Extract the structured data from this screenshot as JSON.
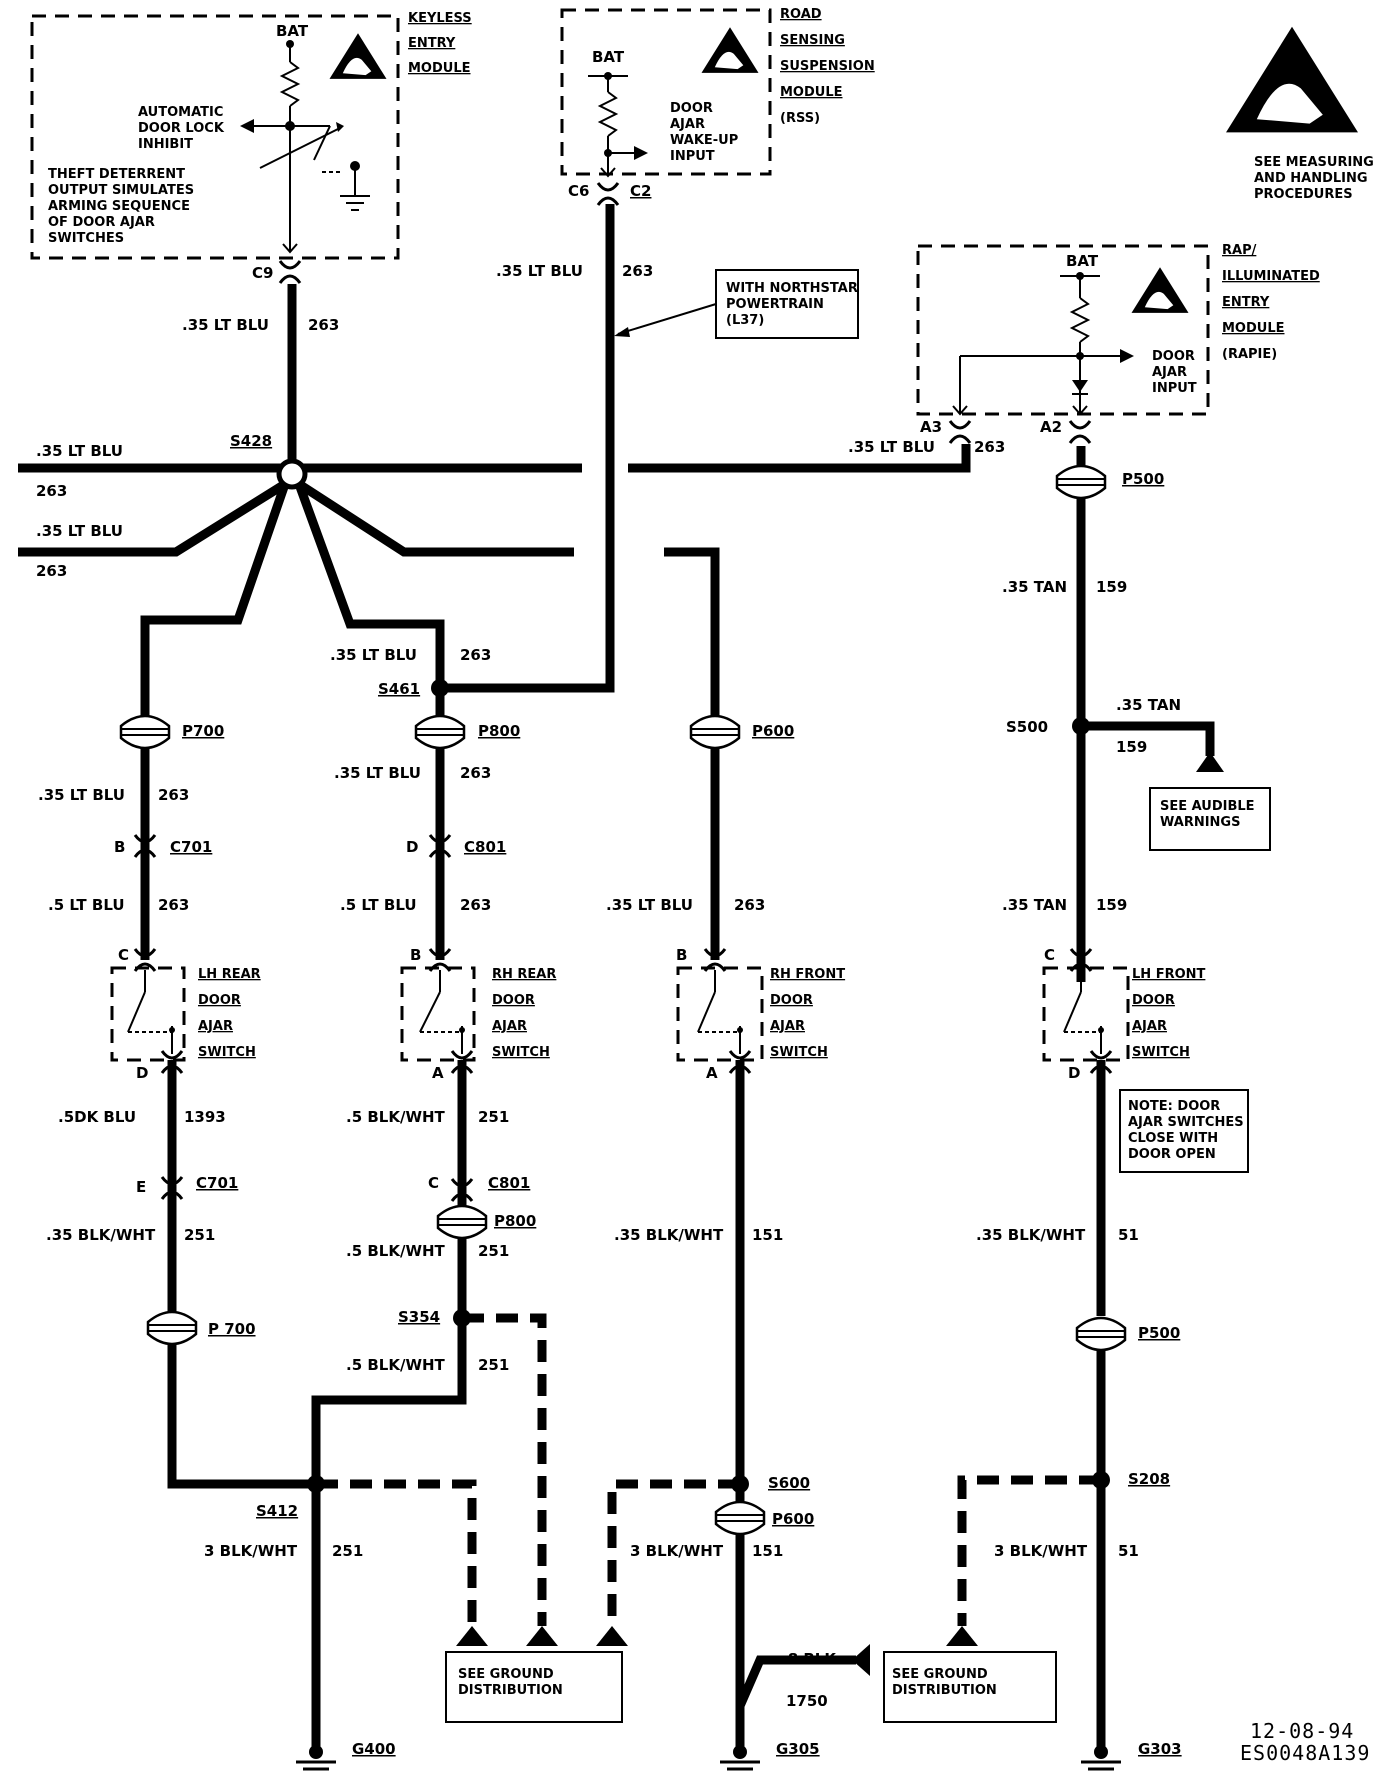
{
  "modules": {
    "keyless": {
      "lines": [
        "KEYLESS",
        "ENTRY",
        "MODULE"
      ],
      "bat": "BAT",
      "inhibit": [
        "AUTOMATIC",
        "DOOR LOCK",
        "INHIBIT"
      ],
      "theft": [
        "THEFT DETERRENT",
        "OUTPUT SIMULATES",
        "ARMING SEQUENCE",
        "OF DOOR AJAR",
        "SWITCHES"
      ],
      "conn": "C9"
    },
    "rss": {
      "lines": [
        "ROAD",
        "SENSING",
        "SUSPENSION",
        "MODULE",
        "(RSS)"
      ],
      "bat": "BAT",
      "input": [
        "DOOR",
        "AJAR",
        "WAKE-UP",
        "INPUT"
      ],
      "conn_a": "C6",
      "conn_b": "C2"
    },
    "rapie": {
      "lines": [
        "RAP/",
        "ILLUMINATED",
        "ENTRY",
        "MODULE",
        "(RAPIE)"
      ],
      "bat": "BAT",
      "input": [
        "DOOR",
        "AJAR",
        "INPUT"
      ],
      "conn_a": "A3",
      "conn_b": "A2"
    }
  },
  "esd_note": [
    "SEE MEASURING",
    "AND HANDLING",
    "PROCEDURES"
  ],
  "northstar_note": [
    "WITH NORTHSTAR",
    "POWERTRAIN",
    "(L37)"
  ],
  "audible_note": [
    "SEE AUDIBLE",
    "WARNINGS"
  ],
  "switch_note": [
    "NOTE: DOOR",
    "AJAR SWITCHES",
    "CLOSE WITH",
    "DOOR OPEN"
  ],
  "ground_note_1": [
    "SEE GROUND",
    "DISTRIBUTION"
  ],
  "ground_note_2": [
    "SEE GROUND",
    "DISTRIBUTION"
  ],
  "splices": {
    "s428": "S428",
    "s461": "S461",
    "s500": "S500",
    "s354": "S354",
    "s412": "S412",
    "s600": "S600",
    "s208": "S208"
  },
  "connectors": {
    "p700a": "P700",
    "p800a": "P800",
    "p600a": "P600",
    "p500a": "P500",
    "c701a": "C701",
    "c801a": "C801",
    "c701b": "C701",
    "c801b": "C801",
    "p800b": "P800",
    "p700b": "P 700",
    "p500b": "P500",
    "p600b": "P600",
    "pin_c701a": "B",
    "pin_c801a": "D",
    "pin_c701b": "E",
    "pin_c801b": "C"
  },
  "grounds": {
    "g400": "G400",
    "g305": "G305",
    "g303": "G303"
  },
  "switches": [
    {
      "name": [
        "LH REAR",
        "DOOR",
        "AJAR",
        "SWITCH"
      ],
      "pin_top": "C",
      "pin_bot": "D"
    },
    {
      "name": [
        "RH REAR",
        "DOOR",
        "AJAR",
        "SWITCH"
      ],
      "pin_top": "B",
      "pin_bot": "A"
    },
    {
      "name": [
        "RH FRONT",
        "DOOR",
        "AJAR",
        "SWITCH"
      ],
      "pin_top": "B",
      "pin_bot": "A"
    },
    {
      "name": [
        "LH FRONT",
        "DOOR",
        "AJAR",
        "SWITCH"
      ],
      "pin_top": "C",
      "pin_bot": "D"
    }
  ],
  "wires": {
    "kem_out": [
      ".35 LT BLU",
      "263"
    ],
    "rss_out": [
      ".35 LT BLU",
      "263"
    ],
    "left1": [
      ".35 LT BLU",
      "263"
    ],
    "left2": [
      ".35 LT BLU",
      "263"
    ],
    "rapie_in": [
      ".35 LT BLU",
      "263"
    ],
    "tan_top": [
      ".35 TAN",
      "159"
    ],
    "tan_branch": [
      ".35 TAN",
      "159"
    ],
    "tan_low": [
      ".35 TAN",
      "159"
    ],
    "lhr_1": [
      ".35 LT BLU",
      "263"
    ],
    "lhr_2": [
      ".5 LT BLU",
      "263"
    ],
    "rhr_0": [
      ".35 LT BLU",
      "263"
    ],
    "rhr_1": [
      ".35 LT BLU",
      "263"
    ],
    "rhr_2": [
      ".5 LT BLU",
      "263"
    ],
    "rhf_1": [
      ".35 LT BLU",
      "263"
    ],
    "lhr_3": [
      ".5DK BLU",
      "1393"
    ],
    "lhr_4": [
      ".35 BLK/WHT",
      "251"
    ],
    "rhr_3": [
      ".5 BLK/WHT",
      "251"
    ],
    "rhr_4": [
      ".5 BLK/WHT",
      "251"
    ],
    "rhr_5": [
      ".5 BLK/WHT",
      "251"
    ],
    "rhf_2": [
      ".35 BLK/WHT",
      "151"
    ],
    "lhf_2": [
      ".35 BLK/WHT",
      "51"
    ],
    "g400w": [
      "3 BLK/WHT",
      "251"
    ],
    "g305w": [
      "3 BLK/WHT",
      "151"
    ],
    "g303w": [
      "3 BLK/WHT",
      "51"
    ],
    "blk": [
      ".8 BLK",
      "1750"
    ]
  },
  "footer": {
    "date": "12-08-94",
    "code": "ES0048A139"
  }
}
